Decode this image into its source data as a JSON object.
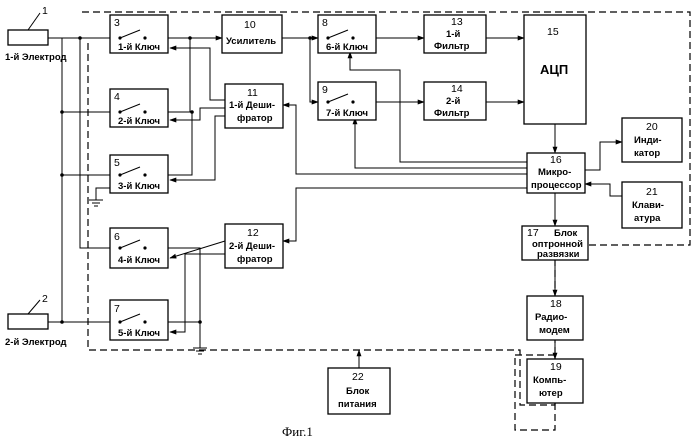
{
  "blocks": {
    "b1": {
      "num": "1",
      "label": "1-й Электрод"
    },
    "b2": {
      "num": "2",
      "label": "2-й Электрод"
    },
    "b3": {
      "num": "3",
      "label": "1-й Ключ"
    },
    "b4": {
      "num": "4",
      "label": "2-й Ключ"
    },
    "b5": {
      "num": "5",
      "label": "3-й Ключ"
    },
    "b6": {
      "num": "6",
      "label": "4-й Ключ"
    },
    "b7": {
      "num": "7",
      "label": "5-й Ключ"
    },
    "b8": {
      "num": "8",
      "label": "6-й Ключ"
    },
    "b9": {
      "num": "9",
      "label": "7-й Ключ"
    },
    "b10": {
      "num": "10",
      "label": "Усилитель"
    },
    "b11": {
      "num": "11",
      "line1": "1-й Деши-",
      "line2": "фратор"
    },
    "b12": {
      "num": "12",
      "line1": "2-й Деши-",
      "line2": "фратор"
    },
    "b13": {
      "num": "13",
      "line1": "1-й",
      "line2": "Фильтр"
    },
    "b14": {
      "num": "14",
      "line1": "2-й",
      "line2": "Фильтр"
    },
    "b15": {
      "num": "15",
      "label": "АЦП"
    },
    "b16": {
      "num": "16",
      "line1": "Микро-",
      "line2": "процессор"
    },
    "b17": {
      "num": "17",
      "line1": "Блок",
      "line2": "оптронной",
      "line3": "развязки"
    },
    "b18": {
      "num": "18",
      "line1": "Радио-",
      "line2": "модем"
    },
    "b19": {
      "num": "19",
      "line1": "Компь-",
      "line2": "ютер"
    },
    "b20": {
      "num": "20",
      "line1": "Инди-",
      "line2": "катор"
    },
    "b21": {
      "num": "21",
      "line1": "Клави-",
      "line2": "атура"
    },
    "b22": {
      "num": "22",
      "line1": "Блок",
      "line2": "питания"
    }
  },
  "caption": "Фиг.1"
}
